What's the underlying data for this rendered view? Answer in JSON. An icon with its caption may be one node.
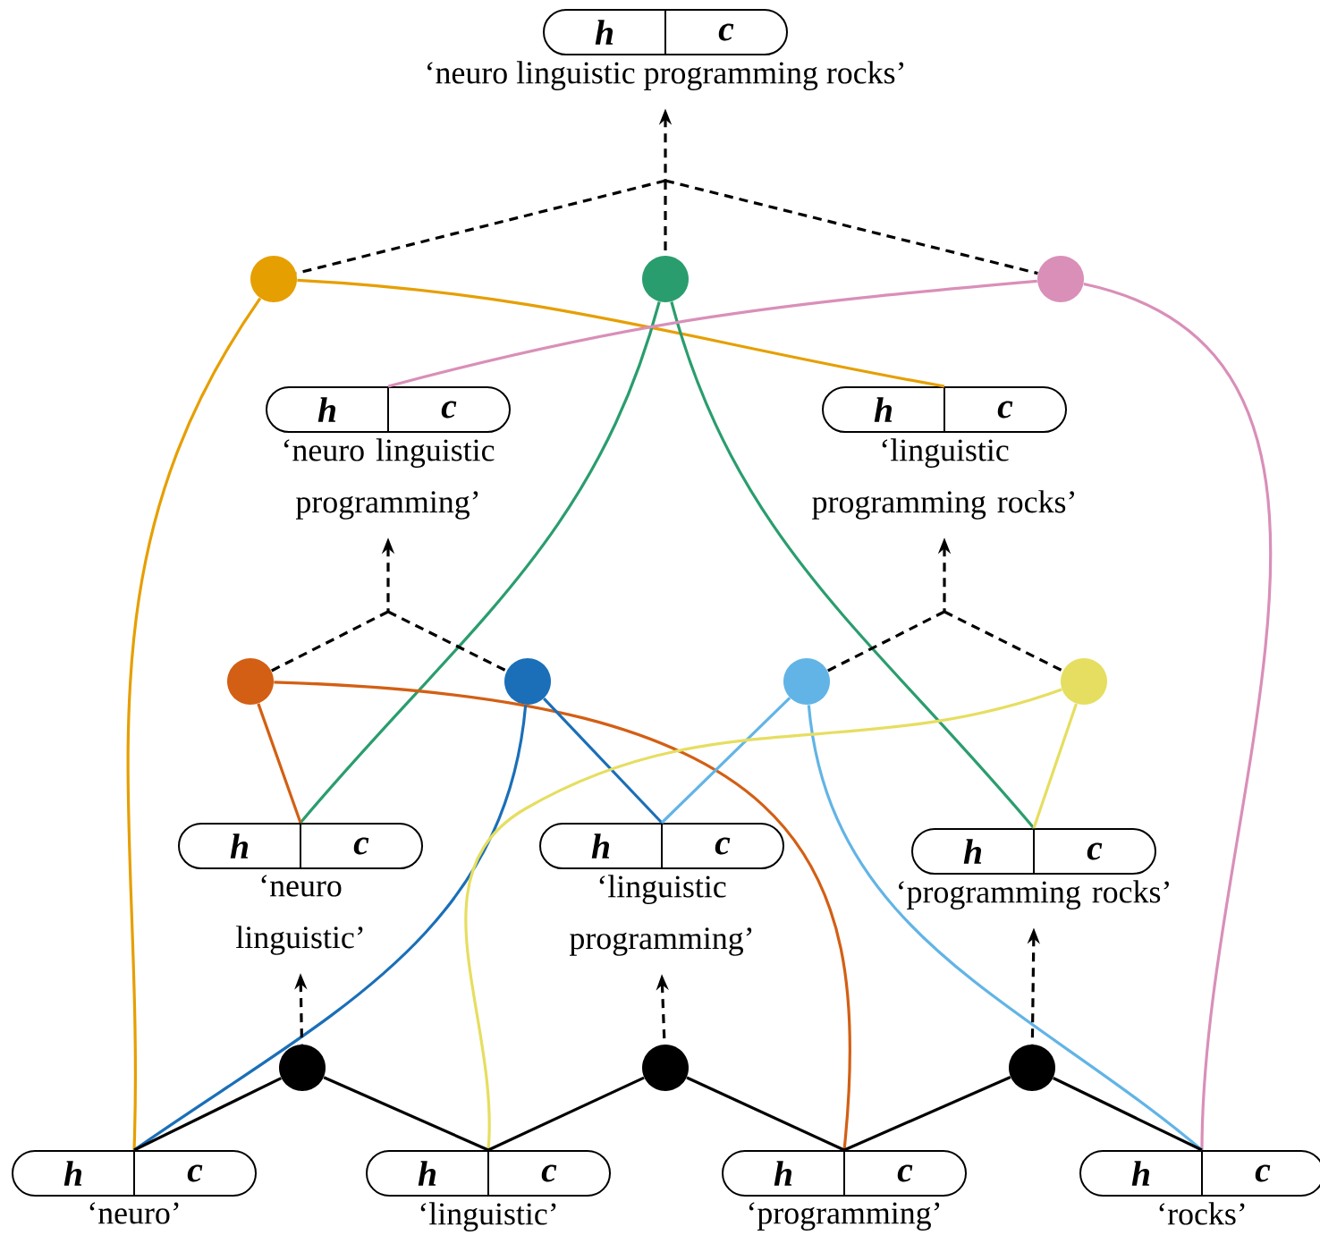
{
  "diagram": {
    "nodes": [
      {
        "text": [
          "h",
          "c"
        ],
        "beside": [
          "‘neuro linguistic programming rocks’"
        ]
      },
      {
        "text": [],
        "shape": "circle"
      },
      {
        "text": [],
        "shape": "circle"
      },
      {
        "text": [],
        "shape": "circle"
      },
      {
        "text": [
          "h",
          "c"
        ],
        "beside": [
          "‘neuro linguistic programming’"
        ]
      },
      {
        "text": [
          "h",
          "c"
        ],
        "beside": [
          "‘linguistic programming rocks’"
        ]
      },
      {
        "text": [],
        "shape": "circle"
      },
      {
        "text": [],
        "shape": "circle"
      },
      {
        "text": [],
        "shape": "circle"
      },
      {
        "text": [],
        "shape": "circle"
      },
      {
        "text": [
          "h",
          "c"
        ],
        "beside": [
          "‘neuro linguistic’"
        ]
      },
      {
        "text": [
          "h",
          "c"
        ],
        "beside": [
          "‘linguistic programming’"
        ]
      },
      {
        "text": [
          "h",
          "c"
        ],
        "beside": [
          "‘programming rocks’"
        ]
      },
      {
        "text": [],
        "shape": "circle"
      },
      {
        "text": [],
        "shape": "circle"
      },
      {
        "text": [],
        "shape": "circle"
      },
      {
        "text": [
          "h",
          "c"
        ],
        "beside": [
          "‘neuro’"
        ]
      },
      {
        "text": [
          "h",
          "c"
        ],
        "beside": [
          "‘linguistic’"
        ]
      },
      {
        "text": [
          "h",
          "c"
        ],
        "beside": [
          "‘programming’"
        ]
      },
      {
        "text": [
          "h",
          "c"
        ],
        "beside": [
          "‘rocks’"
        ]
      }
    ],
    "edges": [
      {
        "from": 1,
        "to": 0,
        "arrow": "to",
        "style": "dashed"
      },
      {
        "from": 2,
        "to": 0,
        "arrow": "to",
        "style": "dashed"
      },
      {
        "from": 3,
        "to": 0,
        "arrow": "to",
        "style": "dashed"
      },
      {
        "from": 1,
        "to": 16,
        "arrow": "none",
        "color": "#e69f00"
      },
      {
        "from": 1,
        "to": 5,
        "arrow": "none",
        "color": "#e69f00"
      },
      {
        "from": 2,
        "to": 10,
        "arrow": "none",
        "color": "#2a9d6e"
      },
      {
        "from": 2,
        "to": 12,
        "arrow": "none",
        "color": "#2a9d6e"
      },
      {
        "from": 3,
        "to": 4,
        "arrow": "none",
        "color": "#d98fb8"
      },
      {
        "from": 3,
        "to": 19,
        "arrow": "none",
        "color": "#d98fb8"
      },
      {
        "from": 6,
        "to": 4,
        "arrow": "to",
        "style": "dashed"
      },
      {
        "from": 7,
        "to": 4,
        "arrow": "to",
        "style": "dashed"
      },
      {
        "from": 8,
        "to": 5,
        "arrow": "to",
        "style": "dashed"
      },
      {
        "from": 9,
        "to": 5,
        "arrow": "to",
        "style": "dashed"
      },
      {
        "from": 6,
        "to": 10,
        "arrow": "none",
        "color": "#d35f14"
      },
      {
        "from": 6,
        "to": 18,
        "arrow": "none",
        "color": "#d35f14"
      },
      {
        "from": 7,
        "to": 16,
        "arrow": "none",
        "color": "#1a6fb8"
      },
      {
        "from": 7,
        "to": 11,
        "arrow": "none",
        "color": "#1a6fb8"
      },
      {
        "from": 8,
        "to": 11,
        "arrow": "none",
        "color": "#62b4e6"
      },
      {
        "from": 8,
        "to": 19,
        "arrow": "none",
        "color": "#62b4e6"
      },
      {
        "from": 9,
        "to": 17,
        "arrow": "none",
        "color": "#e6de60"
      },
      {
        "from": 9,
        "to": 12,
        "arrow": "none",
        "color": "#e6de60"
      },
      {
        "from": 13,
        "to": 10,
        "arrow": "to",
        "style": "dashed"
      },
      {
        "from": 14,
        "to": 11,
        "arrow": "to",
        "style": "dashed"
      },
      {
        "from": 15,
        "to": 12,
        "arrow": "to",
        "style": "dashed"
      },
      {
        "from": 13,
        "to": 16,
        "arrow": "none"
      },
      {
        "from": 13,
        "to": 17,
        "arrow": "none"
      },
      {
        "from": 14,
        "to": 17,
        "arrow": "none"
      },
      {
        "from": 14,
        "to": 18,
        "arrow": "none"
      },
      {
        "from": 15,
        "to": 18,
        "arrow": "none"
      },
      {
        "from": 15,
        "to": 19,
        "arrow": "none"
      }
    ]
  }
}
